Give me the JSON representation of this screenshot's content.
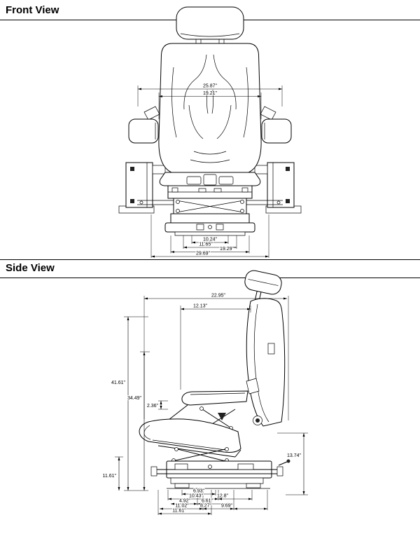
{
  "page": {
    "background": "#ffffff",
    "line_color": "#000000"
  },
  "front_view": {
    "label": "Front View",
    "top_dims": [
      "25.87\"",
      "19.21\""
    ],
    "bottom_dims": [
      "10.24\"",
      "11.65\"",
      "19.29\"",
      "29.69\""
    ]
  },
  "side_view": {
    "label": "Side View",
    "top_dims": [
      "22.95\"",
      "12.13\""
    ],
    "left_dims": [
      "41.61\"",
      "34.49\"",
      "2.36\"",
      "11.61\""
    ],
    "right_dims": [
      "13.74\""
    ],
    "bottom_dims": [
      "6.93\"",
      "10.43\"",
      "12.8\"",
      "4.92\"",
      "6.61\"",
      "11.02\"",
      "8.27\"",
      "9.69\"",
      "11.61\""
    ]
  }
}
